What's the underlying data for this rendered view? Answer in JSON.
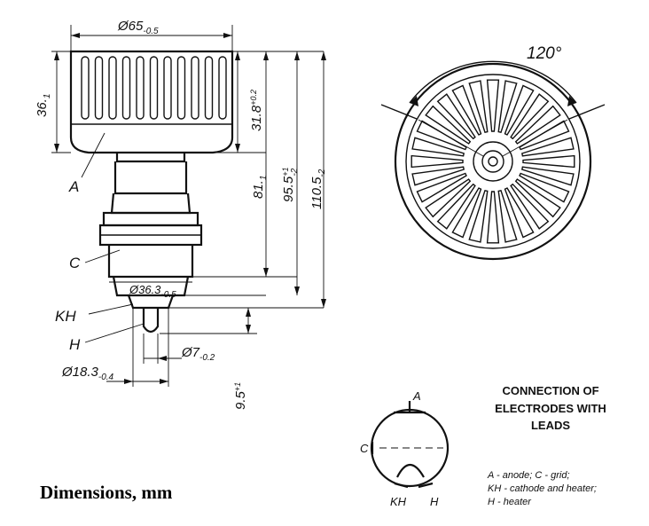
{
  "side_view": {
    "dim_diameter_top": "Ø65",
    "dim_diameter_top_tol": "-0.5",
    "dim_height_anode": "36.",
    "dim_height_anode_tol": "1",
    "dim_31_8": "31.8",
    "dim_31_8_tol": "+0.2",
    "dim_81": "81.",
    "dim_81_tol": "1",
    "dim_95_5": "95.5",
    "dim_95_5_tol_up": "+1",
    "dim_95_5_tol_down": "-2",
    "dim_110_5": "110.5",
    "dim_110_5_tol": "-2",
    "dim_36_3": "Ø36.3",
    "dim_36_3_tol": "-0.5",
    "dim_7": "Ø7",
    "dim_7_tol": "-0.2",
    "dim_18_3": "Ø18.3",
    "dim_18_3_tol": "-0.4",
    "dim_9_5": "9.5",
    "dim_9_5_tol": "+1",
    "label_a": "A",
    "label_c": "C",
    "label_kh": "KH",
    "label_h": "H"
  },
  "top_view": {
    "angle_label": "120°"
  },
  "schematic": {
    "label_a": "A",
    "label_c": "C",
    "label_kh": "KH",
    "label_h": "H"
  },
  "connection": {
    "title_line1": "CONNECTION OF",
    "title_line2": "ELECTRODES WITH",
    "title_line3": "LEADS",
    "legend_line1": "A - anode; C - grid;",
    "legend_line2": "KH - cathode and heater;",
    "legend_line3": "H - heater"
  },
  "caption": "Dimensions, mm"
}
